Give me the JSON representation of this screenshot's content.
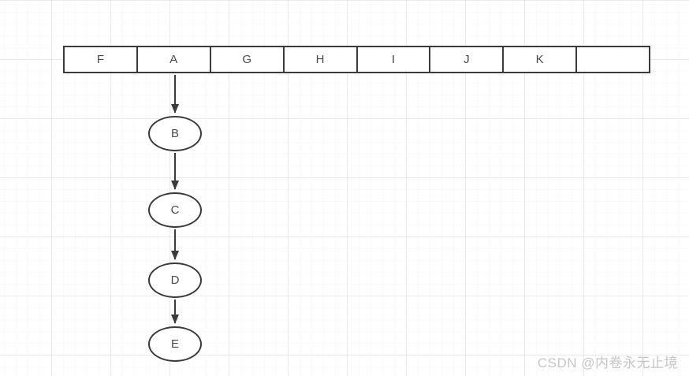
{
  "diagram": {
    "type": "hash-table-with-chaining",
    "array": {
      "cells": [
        {
          "label": "F"
        },
        {
          "label": "A"
        },
        {
          "label": "G"
        },
        {
          "label": "H"
        },
        {
          "label": "I"
        },
        {
          "label": "J"
        },
        {
          "label": "K"
        },
        {
          "label": ""
        }
      ]
    },
    "chain": {
      "from_cell": "A",
      "nodes": [
        {
          "label": "B"
        },
        {
          "label": "C"
        },
        {
          "label": "D"
        },
        {
          "label": "E"
        }
      ]
    }
  },
  "colors": {
    "stroke": "#3b3b3b",
    "text": "#4a4a4a",
    "background": "#ffffff",
    "watermark": "#c6c6c6"
  },
  "watermark": {
    "text": "CSDN @内卷永无止境"
  }
}
